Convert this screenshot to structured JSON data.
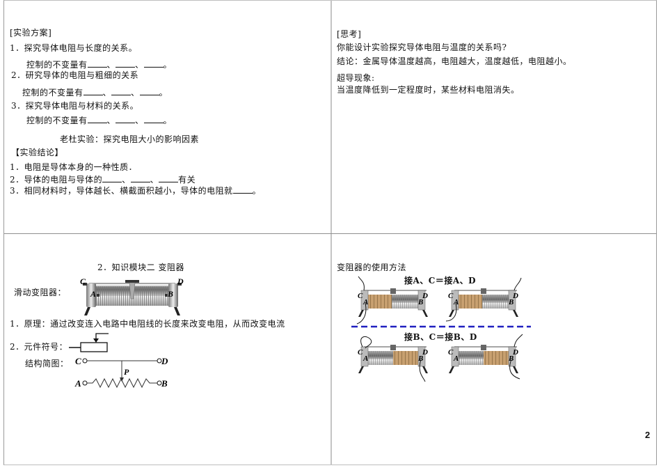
{
  "page_number": "2",
  "top_left": {
    "heading": "[实验方案]",
    "items": [
      {
        "label": "1．探究导体电阻与长度的关系。",
        "control": "控制的不变量有",
        "sep": "、",
        "end": "。"
      },
      {
        "label": "2．研究导体的电阻与粗细的关系",
        "control": "控制的不变量有",
        "sep": "、",
        "end": "。"
      },
      {
        "label": "3．探究导体电阻与材料的关系。",
        "control": "控制的不变量有",
        "sep": "、",
        "end": "。"
      }
    ],
    "experiment_title": "老杜实验：探究电阻大小的影响因素",
    "conclusion_heading": "【实验结论】",
    "conclusions": [
      "1．电阻是导体本身的一种性质．",
      "2．导体的电阻与导体的",
      "3．相同材料时，导体越长、横截面积越小，导体的电阻就"
    ],
    "conclusion2_suffix": "有关",
    "conclusion3_suffix": "。"
  },
  "top_right": {
    "heading": "[思考]",
    "question": "你能设计实验探究导体电阻与温度的关系吗?",
    "conclusion": "结论：金属导体温度越高，电阻越大，温度越低，电阻越小。",
    "superconductor_title": "超导现象:",
    "superconductor_text": "当温度降低到一定程度时，某些材料电阻消失。"
  },
  "bottom_left": {
    "module_title": "2．知识模块二 变阻器",
    "slider_label": "滑动变阻器：",
    "principle": "1．原理：通过改变连入电路中电阻线的长度来改变电阻，从而改变电流",
    "symbol_label": "2．元件符号：",
    "structure_label": "结构简图：",
    "terminals": {
      "a": "A",
      "b": "B",
      "c": "C",
      "d": "D",
      "p": "P"
    }
  },
  "bottom_right": {
    "title": "变阻器的使用方法",
    "usage1": "接A、C＝接A、D",
    "usage2": "接B、C＝接B、D",
    "divider_color": "#2020c0",
    "coil_color": "#c8a070"
  }
}
